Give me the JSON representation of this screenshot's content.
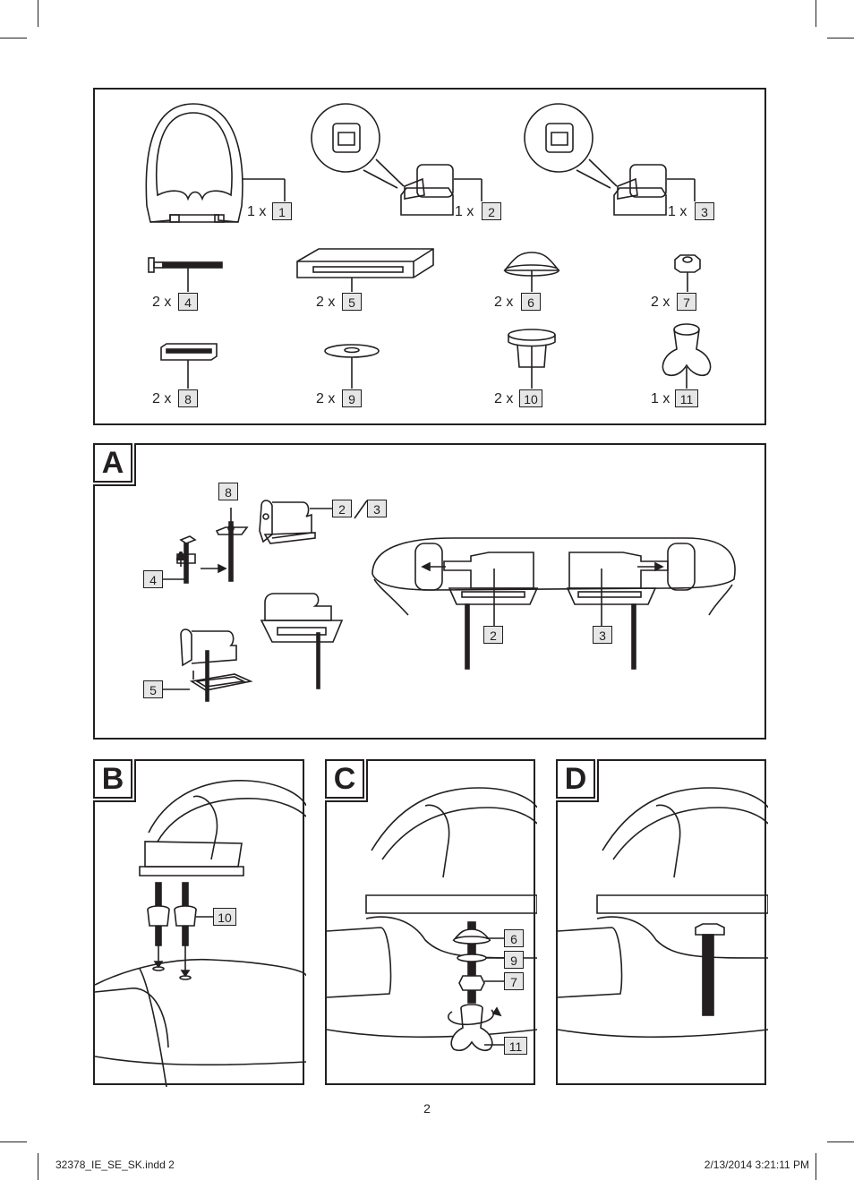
{
  "parts": [
    {
      "qty": "1 x",
      "num": "1",
      "icon": "toilet-seat-icon"
    },
    {
      "qty": "1 x",
      "num": "2",
      "icon": "hinge-left-icon"
    },
    {
      "qty": "1 x",
      "num": "3",
      "icon": "hinge-right-icon"
    },
    {
      "qty": "2 x",
      "num": "4",
      "icon": "bolt-icon"
    },
    {
      "qty": "2 x",
      "num": "5",
      "icon": "base-plate-icon"
    },
    {
      "qty": "2 x",
      "num": "6",
      "icon": "cone-washer-icon"
    },
    {
      "qty": "2 x",
      "num": "7",
      "icon": "nut-icon"
    },
    {
      "qty": "2 x",
      "num": "8",
      "icon": "slider-icon"
    },
    {
      "qty": "2 x",
      "num": "9",
      "icon": "washer-icon"
    },
    {
      "qty": "2 x",
      "num": "10",
      "icon": "rubber-anchor-icon"
    },
    {
      "qty": "1 x",
      "num": "11",
      "icon": "wing-nut-icon"
    }
  ],
  "step_a": {
    "letter": "A",
    "labels": {
      "bolt": "4",
      "slider": "8",
      "hinge_a": "2",
      "hinge_b": "3",
      "plate": "5",
      "left_hinge": "2",
      "right_hinge": "3"
    }
  },
  "step_b": {
    "letter": "B",
    "labels": {
      "anchor": "10"
    }
  },
  "step_c": {
    "letter": "C",
    "labels": {
      "cone": "6",
      "washer": "9",
      "nut": "7",
      "wing": "11"
    }
  },
  "step_d": {
    "letter": "D"
  },
  "page_number": "2",
  "slug": {
    "file": "32378_IE_SE_SK.indd   2",
    "date": "2/13/2014   3:21:11 PM"
  }
}
